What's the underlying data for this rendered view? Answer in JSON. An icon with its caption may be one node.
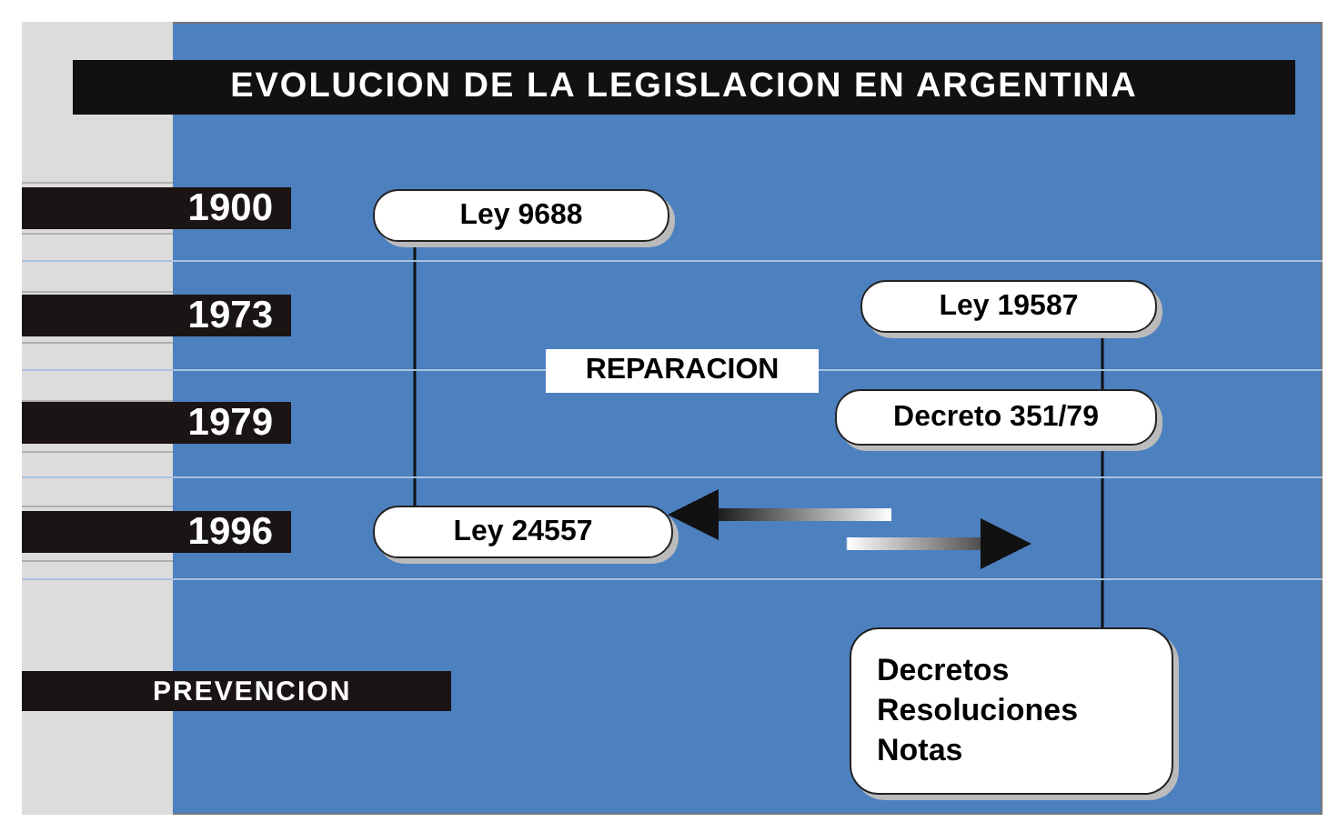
{
  "diagram": {
    "title": "EVOLUCION DE LA LEGISLACION EN ARGENTINA",
    "nodes": [
      {
        "text": [
          "1900"
        ]
      },
      {
        "text": [
          "1973"
        ]
      },
      {
        "text": [
          "1979"
        ]
      },
      {
        "text": [
          "1996"
        ]
      },
      {
        "text": [
          "PREVENCION"
        ]
      },
      {
        "text": [
          "Ley 9688"
        ]
      },
      {
        "text": [
          "Ley 19587"
        ]
      },
      {
        "text": [
          "REPARACION"
        ]
      },
      {
        "text": [
          "Decreto 351/79"
        ]
      },
      {
        "text": [
          "Ley 24557"
        ]
      },
      {
        "text": [
          "Decretos",
          "Resoluciones",
          "Notas"
        ]
      }
    ],
    "edges": [
      {
        "from": 5,
        "to": 9,
        "arrow": "none"
      },
      {
        "from": 6,
        "to": 8,
        "arrow": "none"
      },
      {
        "from": 8,
        "to": 10,
        "arrow": "none"
      },
      {
        "from": null,
        "to": 9,
        "arrow": "to"
      },
      {
        "from": 9,
        "to": null,
        "arrow": "to"
      }
    ]
  }
}
